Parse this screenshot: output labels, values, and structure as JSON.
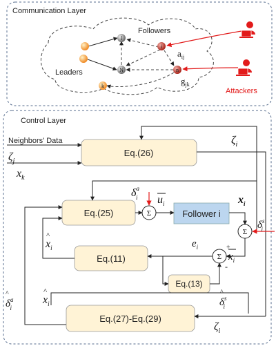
{
  "communication_layer": {
    "title": "Communication Layer",
    "followers_label": "Followers",
    "leaders_label": "Leaders",
    "attackers_label": "Attackers",
    "node_l": "l",
    "node_i": "i",
    "node_n_gray": "N",
    "node_n_red": "n",
    "node_k": "k",
    "edge_a": "a",
    "edge_a_sub": "ij",
    "edge_g": "g",
    "edge_g_sub": "jk"
  },
  "control_layer": {
    "title": "Control Layer",
    "neighbors_label": "Neighbors’ Data",
    "zeta_j": "ζ",
    "zeta_j_sub": "j",
    "x_k": "x",
    "x_k_sub": "k",
    "zeta_i_top": "ζ",
    "zeta_i_top_sub": "i",
    "eq26": "Eq.(26)",
    "eq25": "Eq.(25)",
    "follower": "Follower i",
    "eq11": "Eq.(11)",
    "eq13": "Eq.(13)",
    "eq27": "Eq.(27)-Eq.(29)",
    "sum": "Σ",
    "delta_a": "δ",
    "delta_a_sub": "i",
    "delta_a_sup": "a",
    "u_bar": "u",
    "u_bar_sub": "i",
    "x_i": "x",
    "x_i_sub": "i",
    "delta_s": "δ",
    "delta_s_sub": "i",
    "delta_s_sup": "s",
    "xhat_left": "x",
    "xhat_left_sub": "i",
    "e_i": "e",
    "e_i_sub": "i",
    "x_bar": "x",
    "x_bar_sub": "i",
    "plus": "+",
    "minus": "-",
    "deltahat_s": "δ",
    "deltahat_s_sub": "i",
    "deltahat_s_sup": "s",
    "deltahat_a": "δ",
    "deltahat_a_sub": "i",
    "deltahat_a_sup": "a",
    "xhat_bottom": "x",
    "xhat_bottom_sub": "i",
    "zeta_i_bottom": "ζ",
    "zeta_i_bottom_sub": "i"
  },
  "colors": {
    "leader_node": "#f08a24",
    "follower_node": "#7a7a7a",
    "attacked_node": "#c0392b",
    "attacker": "#e21b1b",
    "eq_box": "#fff3d6",
    "follower_box": "#bcd6ef",
    "panel_border": "#556b8c"
  },
  "icons": [
    "attacker-icon",
    "attacker-icon"
  ]
}
